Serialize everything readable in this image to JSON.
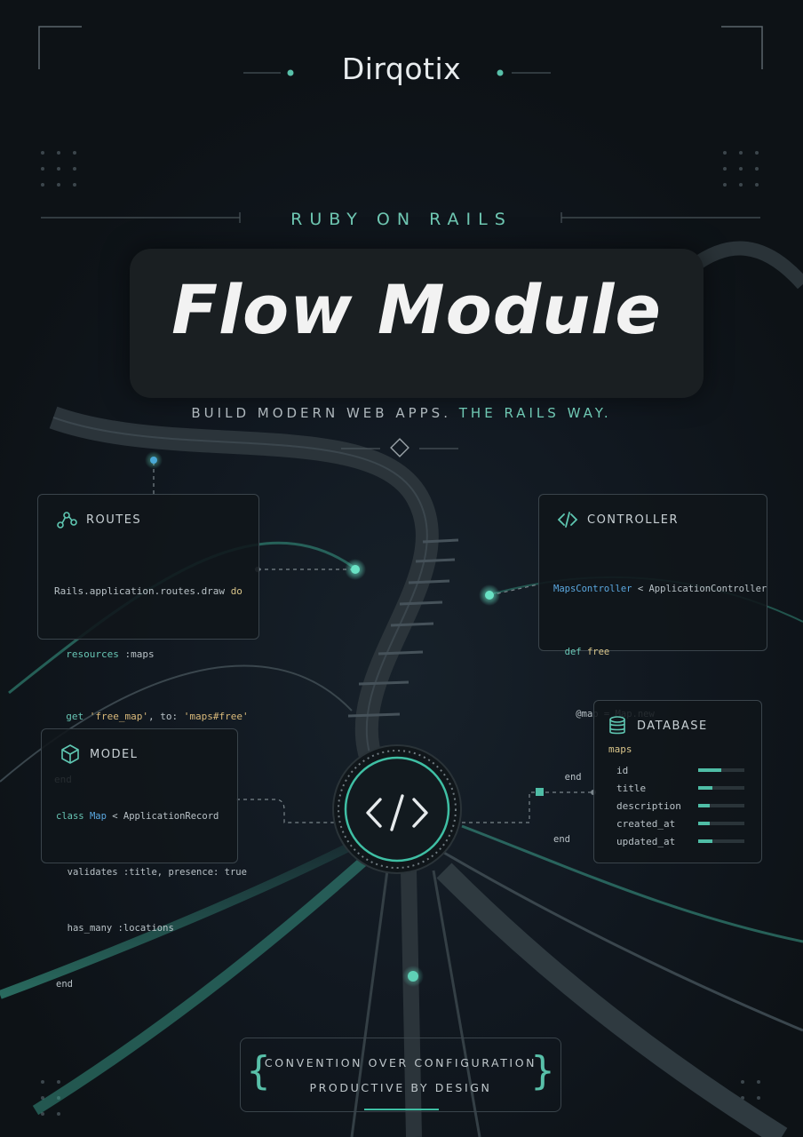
{
  "brand": "Dirqotix",
  "kicker": "RUBY ON RAILS",
  "title": "Flow Module",
  "tagline": {
    "prefix": "BUILD MODERN WEB APPS.",
    "accent": "THE RAILS WAY."
  },
  "colors": {
    "accent": "#6fc8b3",
    "background": "#0f1418",
    "title_panel": "#1a1f22",
    "card_border": "#3a444b"
  },
  "routes": {
    "title": "ROUTES",
    "icon": "graph-nodes-icon",
    "lines": {
      "l1_obj": "Rails.application.routes.draw",
      "l1_kw": "do",
      "l2_kw": "resources",
      "l2_sym": ":maps",
      "l3_kw": "get",
      "l3_str": "'free_map'",
      "l3_mid": ", to: ",
      "l3_str2": "'maps#free'",
      "l4": "end"
    }
  },
  "controller": {
    "title": "CONTROLLER",
    "icon": "code-tag-icon",
    "lines": {
      "l1_cls": "MapsController",
      "l1_rest": " < ApplicationController",
      "l2_kw": "def",
      "l2_name": "free",
      "l3": "@map = Map.new",
      "l4": "end",
      "l5": "end"
    }
  },
  "model": {
    "title": "MODEL",
    "icon": "cube-icon",
    "lines": {
      "l1_kw": "class",
      "l1_cls": "Map",
      "l1_rest": " < ApplicationRecord",
      "l2": "validates :title, presence: true",
      "l3": "has_many :locations",
      "l4": "end"
    }
  },
  "database": {
    "title": "DATABASE",
    "icon": "database-icon",
    "table": "maps",
    "fields": [
      {
        "name": "id",
        "fill": 0.5
      },
      {
        "name": "title",
        "fill": 0.3
      },
      {
        "name": "description",
        "fill": 0.25
      },
      {
        "name": "created_at",
        "fill": 0.25
      },
      {
        "name": "updated_at",
        "fill": 0.3
      }
    ]
  },
  "core_icon": "code-brackets-icon",
  "footer": {
    "line1": "CONVENTION OVER CONFIGURATION",
    "line2": "PRODUCTIVE BY DESIGN"
  }
}
